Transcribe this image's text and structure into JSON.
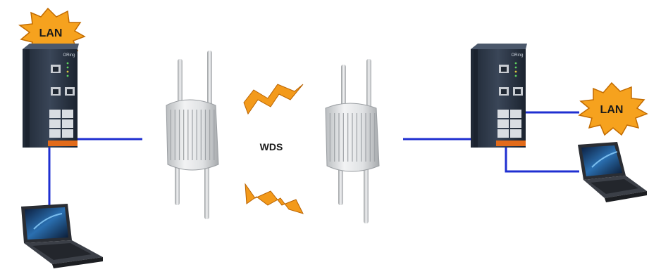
{
  "labels": {
    "lan_left": "LAN",
    "lan_right": "LAN",
    "wds": "WDS"
  },
  "brand": {
    "switch_logo": "ORing"
  },
  "colors": {
    "link": "#1f2fd1",
    "burst_fill": "#f6a21e",
    "burst_stroke": "#c26b00",
    "bolt_fill": "#f39a1b",
    "bolt_stroke": "#b86200",
    "switch_body": "#2e3a4c",
    "switch_accent": "#e26b1a"
  }
}
